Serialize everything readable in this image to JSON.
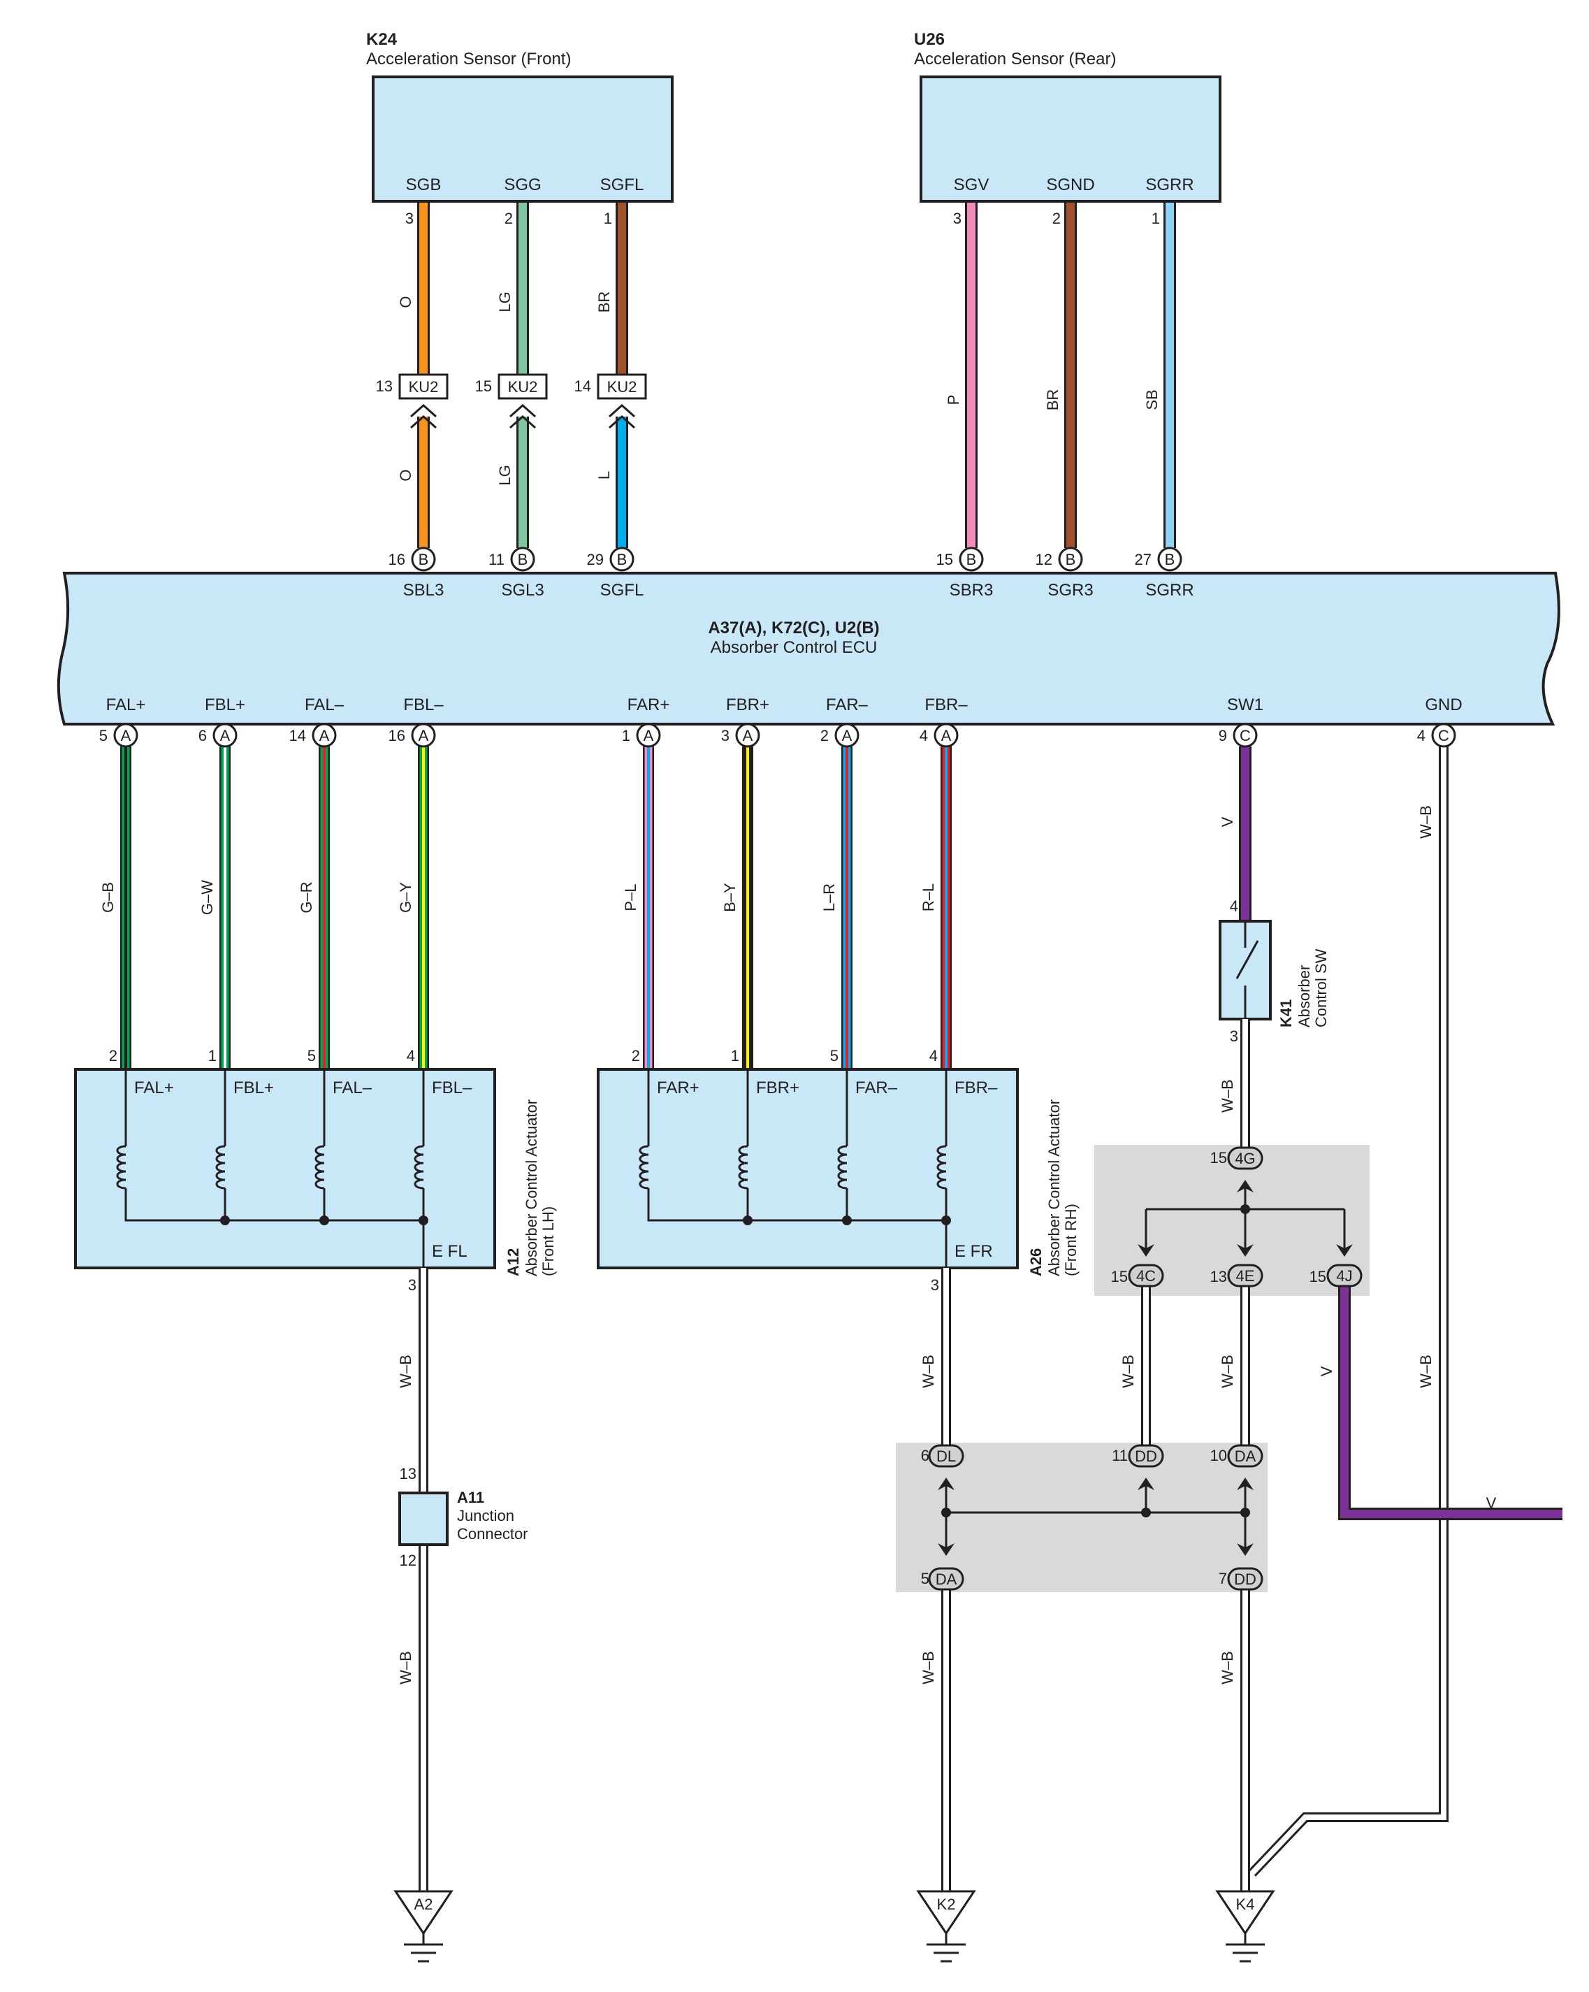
{
  "components": {
    "k24": {
      "ref": "K24",
      "name": "Acceleration Sensor (Front)",
      "pins": [
        "SGB",
        "SGG",
        "SGFL"
      ]
    },
    "u26": {
      "ref": "U26",
      "name": "Acceleration Sensor (Rear)",
      "pins": [
        "SGV",
        "SGND",
        "SGRR"
      ]
    },
    "ecu": {
      "ref": "A37(A), K72(C), U2(B)",
      "name": "Absorber Control ECU",
      "top_pins": [
        "SBL3",
        "SGL3",
        "SGFL",
        "SBR3",
        "SGR3",
        "SGRR"
      ],
      "bottom_pins": [
        "FAL+",
        "FBL+",
        "FAL–",
        "FBL–",
        "FAR+",
        "FBR+",
        "FAR–",
        "FBR–",
        "SW1",
        "GND"
      ]
    },
    "a12": {
      "ref": "A12",
      "name": "Absorber Control Actuator",
      "side": "(Front LH)",
      "pins": [
        "FAL+",
        "FBL+",
        "FAL–",
        "FBL–"
      ],
      "ground": "E FL"
    },
    "a26": {
      "ref": "A26",
      "name": "Absorber Control Actuator",
      "side": "(Front RH)",
      "pins": [
        "FAR+",
        "FBR+",
        "FAR–",
        "FBR–"
      ],
      "ground": "E FR"
    },
    "k41": {
      "ref": "K41",
      "name_line1": "Absorber",
      "name_line2": "Control SW"
    },
    "a11": {
      "ref": "A11",
      "name_line1": "Junction",
      "name_line2": "Connector"
    }
  },
  "sensor_pin_numbers": {
    "k24": [
      "3",
      "2",
      "1"
    ],
    "u26": [
      "3",
      "2",
      "1"
    ]
  },
  "sensor_wire_colors": {
    "k24_upper": [
      "O",
      "LG",
      "BR"
    ],
    "k24_lower": [
      "O",
      "LG",
      "L"
    ],
    "u26": [
      "P",
      "BR",
      "SB"
    ]
  },
  "inline_connector": {
    "label": "KU2",
    "pins": [
      "13",
      "15",
      "14"
    ]
  },
  "ecu_top_connector": {
    "letter": "B",
    "pins": [
      "16",
      "11",
      "29",
      "15",
      "12",
      "27"
    ]
  },
  "ecu_bottom_connector": {
    "letters": [
      "A",
      "A",
      "A",
      "A",
      "A",
      "A",
      "A",
      "A",
      "C",
      "C"
    ],
    "pins": [
      "5",
      "6",
      "14",
      "16",
      "1",
      "3",
      "2",
      "4",
      "9",
      "4"
    ]
  },
  "actuator_wire_colors": [
    "G–B",
    "G–W",
    "G–R",
    "G–Y",
    "P–L",
    "B–Y",
    "L–R",
    "R–L"
  ],
  "a12_pin_numbers": [
    "2",
    "1",
    "5",
    "4"
  ],
  "a26_pin_numbers": [
    "2",
    "1",
    "5",
    "4"
  ],
  "switch": {
    "pin_in": "4",
    "pin_out": "3",
    "wire_in": "V",
    "wire_out": "W–B"
  },
  "gnd_wire": "W–B",
  "a12_ground": {
    "pin": "3",
    "wire_upper": "W–B",
    "junction_in": "13",
    "junction_out": "12",
    "wire_lower": "W–B",
    "earth": "A2"
  },
  "a26_ground": {
    "pin": "3",
    "wire": "W–B",
    "earth": "K2",
    "wire_lower": "W–B"
  },
  "junction_4": {
    "top": {
      "pin": "15",
      "label": "4G"
    },
    "outputs": [
      {
        "pin": "15",
        "label": "4C"
      },
      {
        "pin": "13",
        "label": "4E"
      },
      {
        "pin": "15",
        "label": "4J"
      }
    ],
    "wires": [
      "W–B",
      "W–B",
      "V"
    ]
  },
  "junction_d": {
    "top": [
      {
        "pin": "6",
        "label": "DL"
      },
      {
        "pin": "11",
        "label": "DD"
      },
      {
        "pin": "10",
        "label": "DA"
      }
    ],
    "bottom": [
      {
        "pin": "5",
        "label": "DA"
      },
      {
        "pin": "7",
        "label": "DD"
      }
    ]
  },
  "k4_wire": "W–B",
  "k4_earth": "K4",
  "v_out_wire": "V",
  "wire_colors": {
    "O": "#f7941d",
    "LG": "#7fc79f",
    "BR": "#a0522d",
    "L": "#00aeef",
    "P": "#f28cbb",
    "SB": "#8fd3f4",
    "G": "#00a651",
    "W": "#ffffff",
    "R": "#ed1c24",
    "Y": "#fff200",
    "B": "#231f20",
    "V": "#7b3294",
    "box_fill": "#c8e8f8",
    "junction_fill": "#d9d9da"
  }
}
